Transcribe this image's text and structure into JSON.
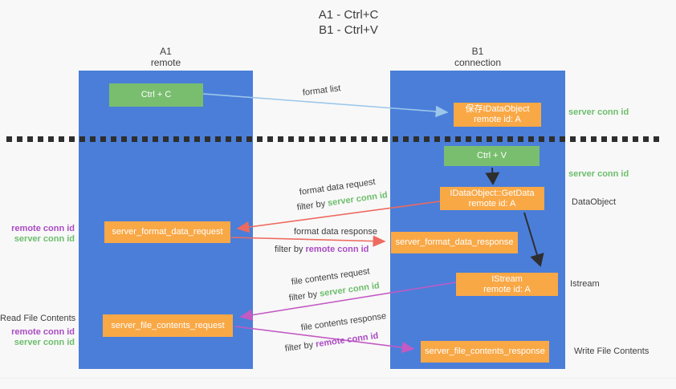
{
  "title": {
    "line1": "A1 - Ctrl+C",
    "line2": "B1 - Ctrl+V"
  },
  "lanes": {
    "left": {
      "name": "A1",
      "role": "remote"
    },
    "right": {
      "name": "B1",
      "role": "connection"
    }
  },
  "boxes": {
    "ctrl_c": "Ctrl + C",
    "ctrl_v": "Ctrl + V",
    "save_idataobject": {
      "line1": "保存IDataObject",
      "line2": "remote id: A"
    },
    "getdata": {
      "line1": "IDataObject::GetData",
      "line2": "remote id: A"
    },
    "istream": {
      "line1": "IStream",
      "line2": "remote id: A"
    },
    "server_format_data_request": "server_format_data_request",
    "server_format_data_response": "server_format_data_response",
    "server_file_contents_request": "server_file_contents_request",
    "server_file_contents_response": "server_file_contents_response"
  },
  "flow_labels": {
    "format_list": "format list",
    "format_data_request": "format data request",
    "format_data_response": "format data response",
    "file_contents_request": "file contents request",
    "file_contents_response": "file contents response",
    "filter_by": "filter by"
  },
  "side_labels": {
    "server_conn_id": "server conn id",
    "remote_conn_id": "remote conn id",
    "dataobject": "DataObject",
    "istream": "Istream",
    "read_file_contents": "Read File Contents",
    "write_file_contents": "Write File Contents"
  },
  "colors": {
    "lane_blue": "#4a7ed9",
    "box_green": "#79be6f",
    "box_orange": "#f9a846",
    "arrow_blue": "#9cc7ea",
    "arrow_red": "#ee6a5f",
    "arrow_magenta": "#c35ac3",
    "arrow_black": "#2e2e2e",
    "text_green": "#6cbe6c",
    "text_purple": "#aa4bc3",
    "text_dark": "#3d3d3d"
  }
}
